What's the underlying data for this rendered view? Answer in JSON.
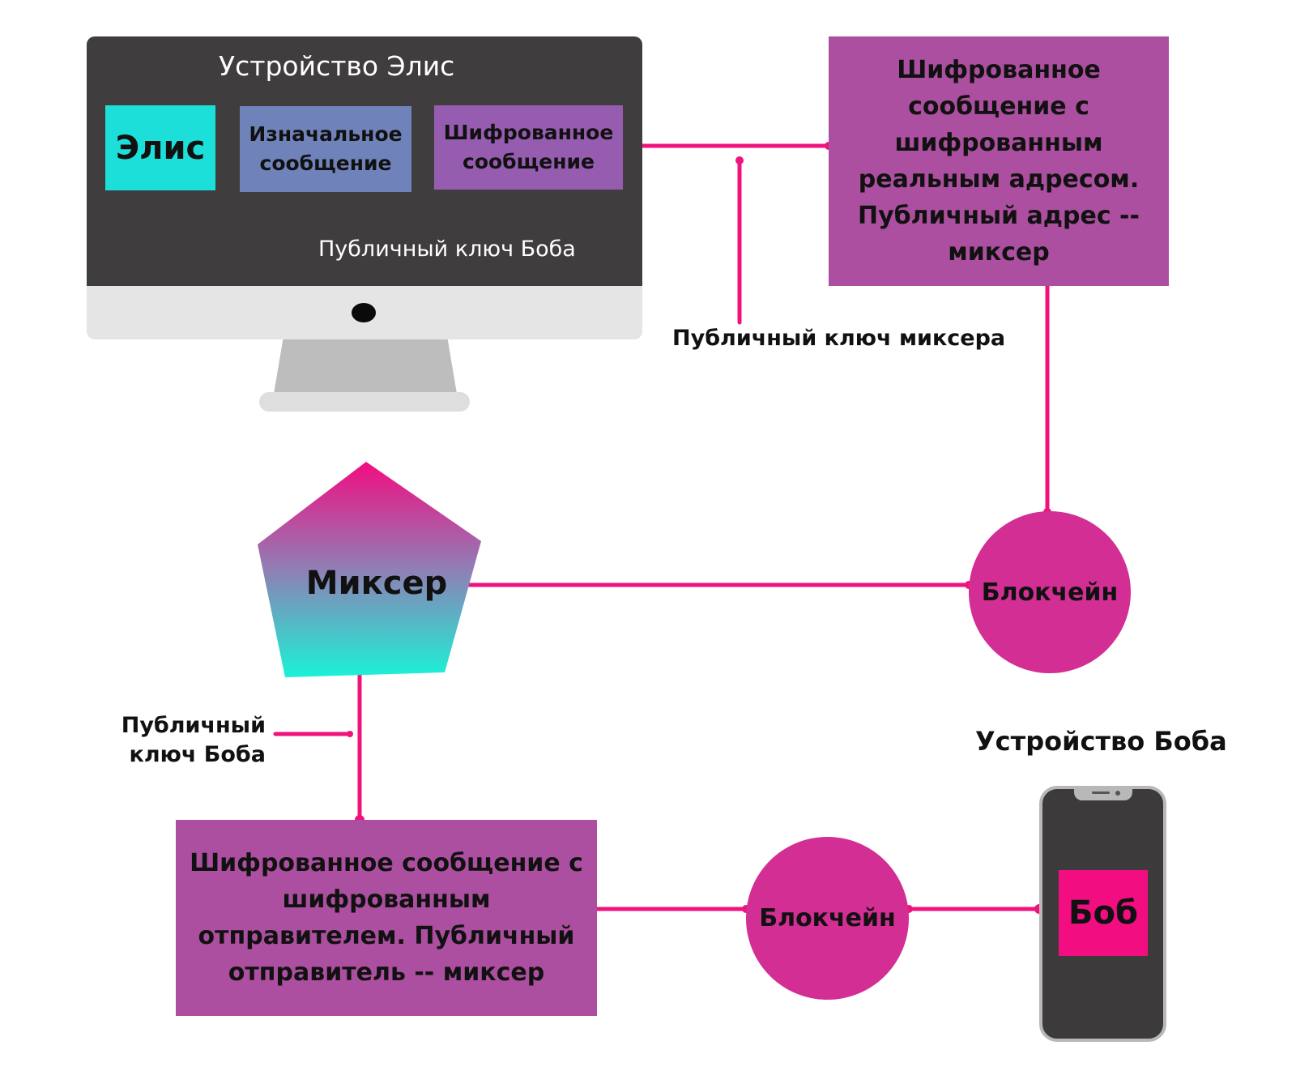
{
  "colors": {
    "connector": "#f0137d",
    "purple_box": "#ac4fa0",
    "blockchain_circle": "#d22e94",
    "alice_box": "#1ddfd9",
    "original_message_box": "#6f82ba",
    "encrypted_message_box": "#965cb0",
    "bob_box": "#f20d81",
    "mixer_gradient_top": "#f20d81",
    "mixer_gradient_bottom": "#1af2d6"
  },
  "alice_device": {
    "title": "Устройство Элис",
    "alice": "Элис",
    "original_message": "Изначальное сообщение",
    "encrypted_message": "Шифрованное сообщение",
    "bob_public_key": "Публичный ключ Боба"
  },
  "top_right_box": {
    "text": "Шифрованное сообщение с шифрованным реальным адресом. Публичный адрес -- миксер"
  },
  "mixer_public_key_label": "Публичный ключ миксера",
  "blockchain_top": "Блокчейн",
  "mixer": "Миксер",
  "bob_public_key_lower": "Публичный ключ Боба",
  "bottom_box": {
    "text": "Шифрованное сообщение с шифрованным отправителем. Публичный отправитель -- миксер"
  },
  "blockchain_bottom": "Блокчейн",
  "bob_device": {
    "title": "Устройство Боба",
    "bob": "Боб"
  }
}
